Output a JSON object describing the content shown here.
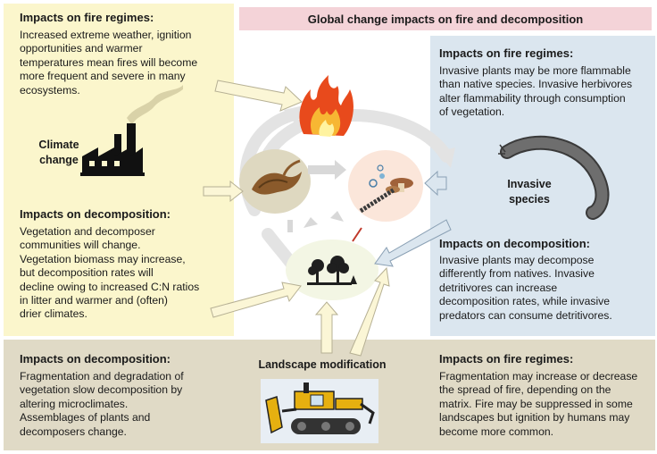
{
  "title": "Global change impacts on fire and decomposition",
  "climate": {
    "label_line1": "Climate",
    "label_line2": "change",
    "fire_heading": "Impacts on fire regimes:",
    "fire_lines": [
      "Increased extreme weather, ignition",
      "opportunities and warmer",
      "temperatures mean fires will become",
      "more frequent and severe in many",
      "ecosystems."
    ],
    "decomp_heading": "Impacts on decomposition:",
    "decomp_lines": [
      "Vegetation and decomposer",
      "communities will change.",
      "Vegetation biomass may increase,",
      "but decomposition rates will",
      "decline owing to increased C:N ratios",
      "in litter and warmer and (often)",
      "drier climates."
    ]
  },
  "invasive": {
    "label_line1": "Invasive",
    "label_line2": "species",
    "fire_heading": "Impacts on fire regimes:",
    "fire_lines": [
      "Invasive plants may be more flammable",
      "than native species. Invasive herbivores",
      "alter flammability through consumption",
      "of vegetation."
    ],
    "decomp_heading": "Impacts on decomposition:",
    "decomp_lines": [
      "Invasive plants may decompose",
      "differently from natives. Invasive",
      "detritivores can increase",
      "decomposition rates, while invasive",
      "predators can consume detritivores."
    ]
  },
  "landscape": {
    "label": "Landscape modification",
    "decomp_heading": "Impacts on decomposition:",
    "decomp_lines": [
      "Fragmentation and degradation of",
      "vegetation slow decomposition by",
      "altering microclimates.",
      "Assemblages of plants and",
      "decomposers change."
    ],
    "fire_heading": "Impacts on fire regimes:",
    "fire_lines": [
      "Fragmentation may increase or decrease",
      "the spread of fire, depending on the",
      "matrix. Fire may be suppressed in some",
      "landscapes but ignition by humans may",
      "become more common."
    ]
  },
  "colors": {
    "climate_bg": "#fbf6cc",
    "invasive_bg": "#dbe6ef",
    "landscape_bg": "#e0dac6",
    "title_bg": "#f4d3d8",
    "arrow_fill": "#fbf6d6",
    "arrow_stroke": "#b6b094"
  }
}
